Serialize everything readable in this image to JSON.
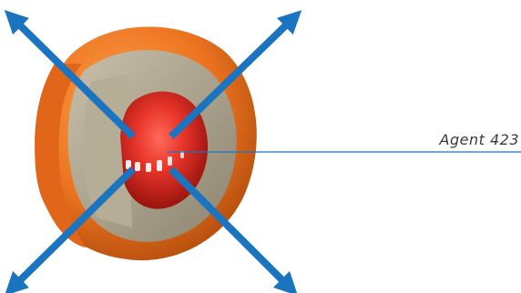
{
  "diagram": {
    "label": "Agent 423",
    "colors": {
      "arrow": "#1b74c0",
      "outer_shell": "#e8701e",
      "middle_layer": "#a79e8b",
      "inner_core": "#d42a1c",
      "leader_line": "#1b74c0"
    },
    "components": [
      "outer-shell",
      "middle-layer",
      "inner-core",
      "arrow-top-left",
      "arrow-top-right",
      "arrow-bottom-left",
      "arrow-bottom-right"
    ]
  }
}
